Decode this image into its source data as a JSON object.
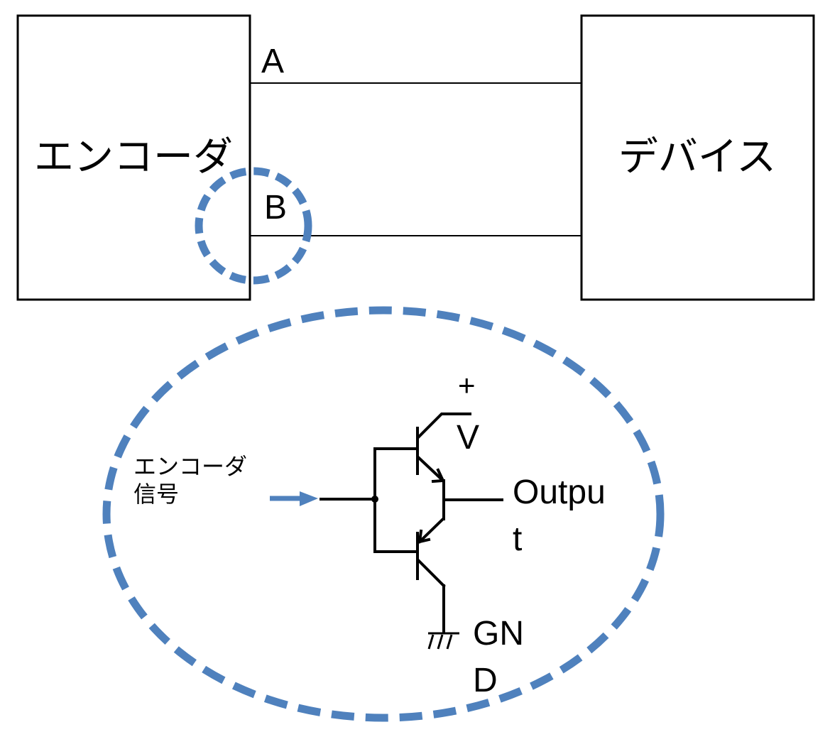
{
  "title": "Encoder push-pull output circuit",
  "colors": {
    "line": "#000000",
    "highlight": "#4f81bd",
    "background": "#ffffff"
  },
  "blocks": {
    "encoder": {
      "label": "エンコーダ"
    },
    "device": {
      "label": "デバイス"
    }
  },
  "signals": {
    "a": {
      "label": "A"
    },
    "b": {
      "label": "B"
    }
  },
  "detail": {
    "input_label_line1": "エンコーダ",
    "input_label_line2": "信号",
    "supply_label_line1": "+",
    "supply_label_line2": "V",
    "output_label_line1": "Outpu",
    "output_label_line2": "t",
    "ground_label_line1": "GN",
    "ground_label_line2": "D",
    "components": [
      "NPN transistor (high side)",
      "PNP transistor (low side)",
      "ground symbol",
      "input arrow"
    ]
  }
}
